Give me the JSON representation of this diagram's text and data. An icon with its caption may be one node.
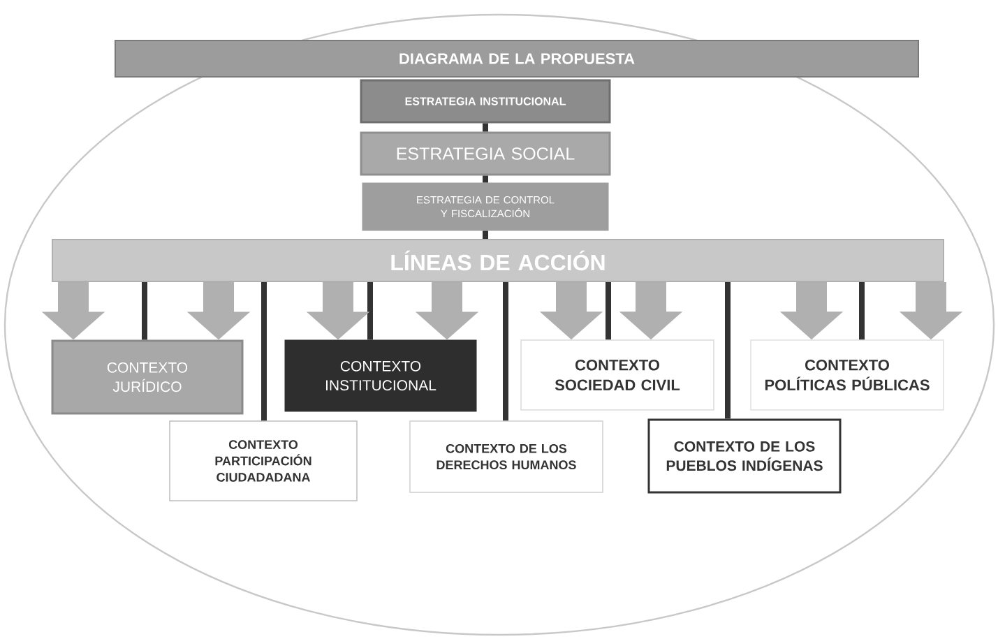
{
  "diagram": {
    "nodes": [
      {
        "text": [
          "DIAGRAMA DE LA PROPUESTA"
        ]
      },
      {
        "text": [
          "ESTRATEGIA INSTITUCIONAL"
        ]
      },
      {
        "text": [
          "ESTRATEGIA SOCIAL"
        ]
      },
      {
        "text": [
          "ESTRATEGIA DE CONTROL Y FISCALIZACIÓN"
        ]
      },
      {
        "text": [
          "LÍNEAS DE ACCIÓN"
        ]
      },
      {
        "text": [
          "CONTEXTO JURÍDICO"
        ]
      },
      {
        "text": [
          "CONTEXTO INSTITUCIONAL"
        ]
      },
      {
        "text": [
          "CONTEXTO SOCIEDAD CIVIL"
        ]
      },
      {
        "text": [
          "CONTEXTO POLÍTICAS PÚBLICAS"
        ]
      },
      {
        "text": [
          "CONTEXTO PARTICIPACIÓN CIUDADADANA"
        ]
      },
      {
        "text": [
          "CONTEXTO DE LOS DERECHOS HUMANOS"
        ]
      },
      {
        "text": [
          "CONTEXTO DE LOS PUEBLOS INDÍGENAS"
        ]
      }
    ],
    "edges": [
      {
        "from": 1,
        "to": 2,
        "arrow": "none"
      },
      {
        "from": 2,
        "to": 3,
        "arrow": "none"
      },
      {
        "from": 3,
        "to": 4,
        "arrow": "none"
      },
      {
        "from": 4,
        "to": 5,
        "arrow": "none"
      },
      {
        "from": 4,
        "to": 9,
        "arrow": "none"
      },
      {
        "from": 4,
        "to": 6,
        "arrow": "none"
      },
      {
        "from": 4,
        "to": 10,
        "arrow": "none"
      },
      {
        "from": 4,
        "to": 7,
        "arrow": "none"
      },
      {
        "from": 4,
        "to": 11,
        "arrow": "none"
      },
      {
        "from": 4,
        "to": 8,
        "arrow": "none"
      },
      {
        "from": 4,
        "to": 5,
        "arrow": "to",
        "style": "thick",
        "color": "#b0b0b0"
      },
      {
        "from": 4,
        "to": 5,
        "arrow": "to",
        "style": "thick",
        "color": "#b0b0b0"
      },
      {
        "from": 4,
        "to": 6,
        "arrow": "to",
        "style": "thick",
        "color": "#b0b0b0"
      },
      {
        "from": 4,
        "to": 6,
        "arrow": "to",
        "style": "thick",
        "color": "#b0b0b0"
      },
      {
        "from": 4,
        "to": 7,
        "arrow": "to",
        "style": "thick",
        "color": "#b0b0b0"
      },
      {
        "from": 4,
        "to": 7,
        "arrow": "to",
        "style": "thick",
        "color": "#b0b0b0"
      },
      {
        "from": 4,
        "to": 8,
        "arrow": "to",
        "style": "thick",
        "color": "#b0b0b0"
      },
      {
        "from": 4,
        "to": 8,
        "arrow": "to",
        "style": "thick",
        "color": "#b0b0b0"
      }
    ]
  }
}
